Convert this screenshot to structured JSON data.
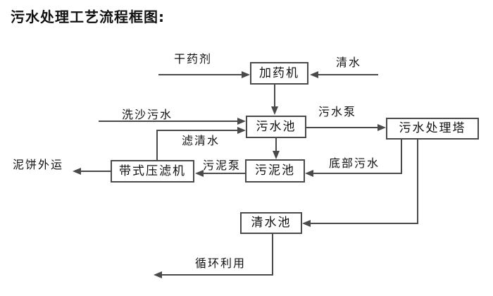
{
  "title": "污水处理工艺流程框图:",
  "colors": {
    "background": "#ffffff",
    "line": "#4a4a4a",
    "text": "#111111",
    "node_fill": "#ffffff"
  },
  "nodes": {
    "dosing_machine": {
      "label": "加药机"
    },
    "sewage_pool": {
      "label": "污水池"
    },
    "treatment_tower": {
      "label": "污水处理塔"
    },
    "sludge_pool": {
      "label": "污泥池"
    },
    "belt_filter_press": {
      "label": "带式压滤机"
    },
    "clean_water_pool": {
      "label": "清水池"
    }
  },
  "edge_labels": {
    "dry_agent": "干药剂",
    "clean_water": "清水",
    "sand_washing_sewage": "洗沙污水",
    "filtered_water": "滤清水",
    "sewage_pump": "污水泵",
    "sludge_pump": "污泥泵",
    "bottom_sewage": "底部污水",
    "mud_cake_outbound": "泥饼外运",
    "recycling": "循环利用"
  }
}
